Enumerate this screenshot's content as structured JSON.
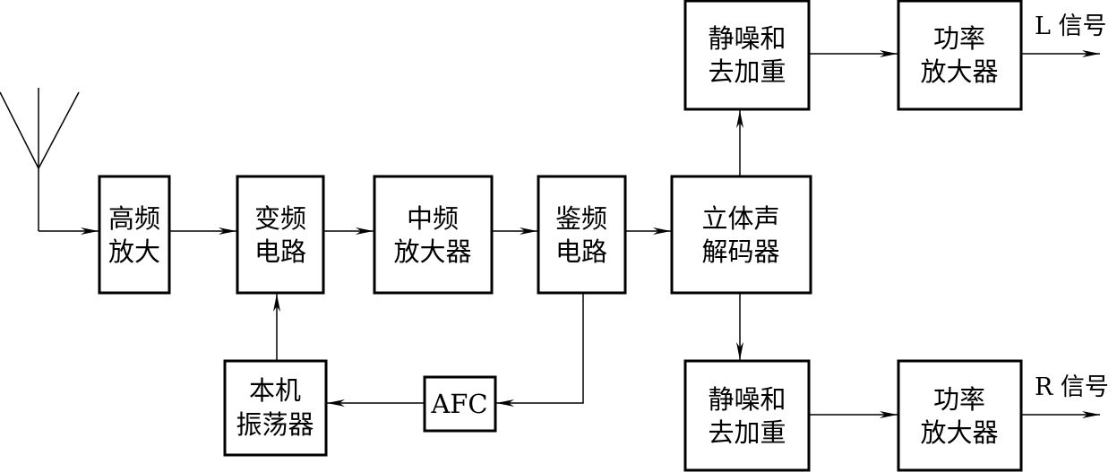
{
  "blocks": {
    "rf_amp": [
      "高频",
      "放大"
    ],
    "mixer": [
      "变频",
      "电路"
    ],
    "if_amp": [
      "中频",
      "放大器"
    ],
    "discriminator": [
      "鉴频",
      "电路"
    ],
    "stereo_decoder": [
      "立体声",
      "解码器"
    ],
    "squelch_top": [
      "静噪和",
      "去加重"
    ],
    "power_amp_top": [
      "功率",
      "放大器"
    ],
    "squelch_bottom": [
      "静噪和",
      "去加重"
    ],
    "power_amp_bottom": [
      "功率",
      "放大器"
    ],
    "local_osc": [
      "本机",
      "振荡器"
    ],
    "afc": [
      "AFC"
    ]
  },
  "outputs": {
    "left": "L 信号",
    "right": "R 信号"
  }
}
